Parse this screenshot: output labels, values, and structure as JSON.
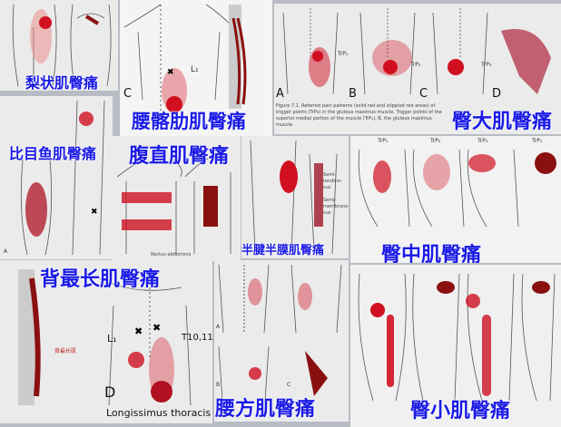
{
  "labels": {
    "piriformis": "梨状肌臀痛",
    "iliocostalis": "腰髂肋肌臀痛",
    "gluteus_maximus": "臀大肌臀痛",
    "soleus": "比目鱼肌臀痛",
    "rectus_abdominis": "腹直肌臀痛",
    "semitendinosus": "半腱半膜肌臀痛",
    "gluteus_medius": "臀中肌臀痛",
    "longissimus": "背最长肌臀痛",
    "quadratus_lumborum": "腰方肌臀痛",
    "gluteus_minimus": "臀小肌臀痛"
  },
  "figure_text": {
    "iliocostalis_letter": "C",
    "iliocostalis_l1": "L₁",
    "gm_letters": [
      "A",
      "B",
      "C",
      "D"
    ],
    "gm_trp": [
      "TrP₁",
      "TrP₂",
      "TrP₃"
    ],
    "gm_caption": "Figure 7.1. Referred pain patterns (solid red and stippled red areas) of trigger points (TrPs) in the gluteus maximus muscle. Trigger points of the superior medial portion of the muscle (TrP₁), B, the gluteus maximus muscle.",
    "rectus_caption": "Rectus abdominis",
    "soleus_letter": "A",
    "semi_labels": [
      "Semi-tendino-sus",
      "Semi-membrano-sus"
    ],
    "medius_trp": [
      "TrP₁",
      "TrP₂",
      "TrP₃",
      "TrP₁"
    ],
    "longissimus_letter": "D",
    "longissimus_l1": "L₁",
    "longissimus_t": "T10,11",
    "longissimus_caption": "Longissimus thoracis",
    "longissimus_cn": "背最长肌",
    "ql_letters": [
      "A",
      "B",
      "C"
    ]
  },
  "colors": {
    "label": "#1a1ae6",
    "pain": "#d01020",
    "muscle": "#8a1010"
  }
}
